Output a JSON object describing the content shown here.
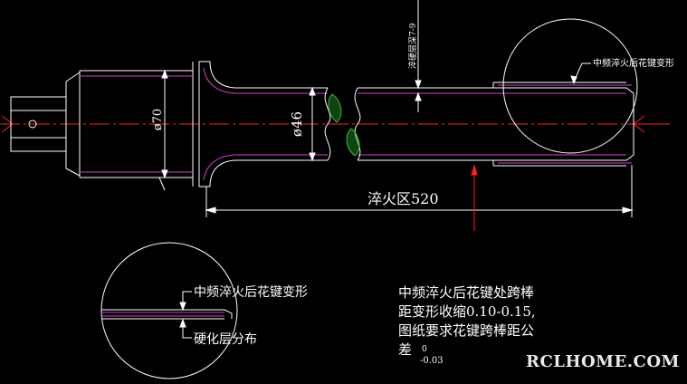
{
  "labels": {
    "quench_zone": "淬火区520",
    "diameter_70": "ø70",
    "diameter_46": "ø46",
    "hardened_depth": "淬硬层深7-9",
    "spline_deform_top": "中频淬火后花键变形",
    "spline_deform_detail": "中频淬火后花键变形",
    "hardened_layer": "硬化层分布"
  },
  "note": {
    "lines": [
      "中频淬火后花键处跨棒",
      "距变形收缩0.10-0.15,",
      "图纸要求花键跨棒距公"
    ],
    "last_prefix": "差",
    "tol_upper": "0",
    "tol_lower": "-0.03"
  },
  "watermark": "RCLHOME.COM",
  "colors": {
    "outline": "#ffffff",
    "centerline": "#ff2020",
    "profile": "#d040d0",
    "hatch": "#30c030"
  }
}
